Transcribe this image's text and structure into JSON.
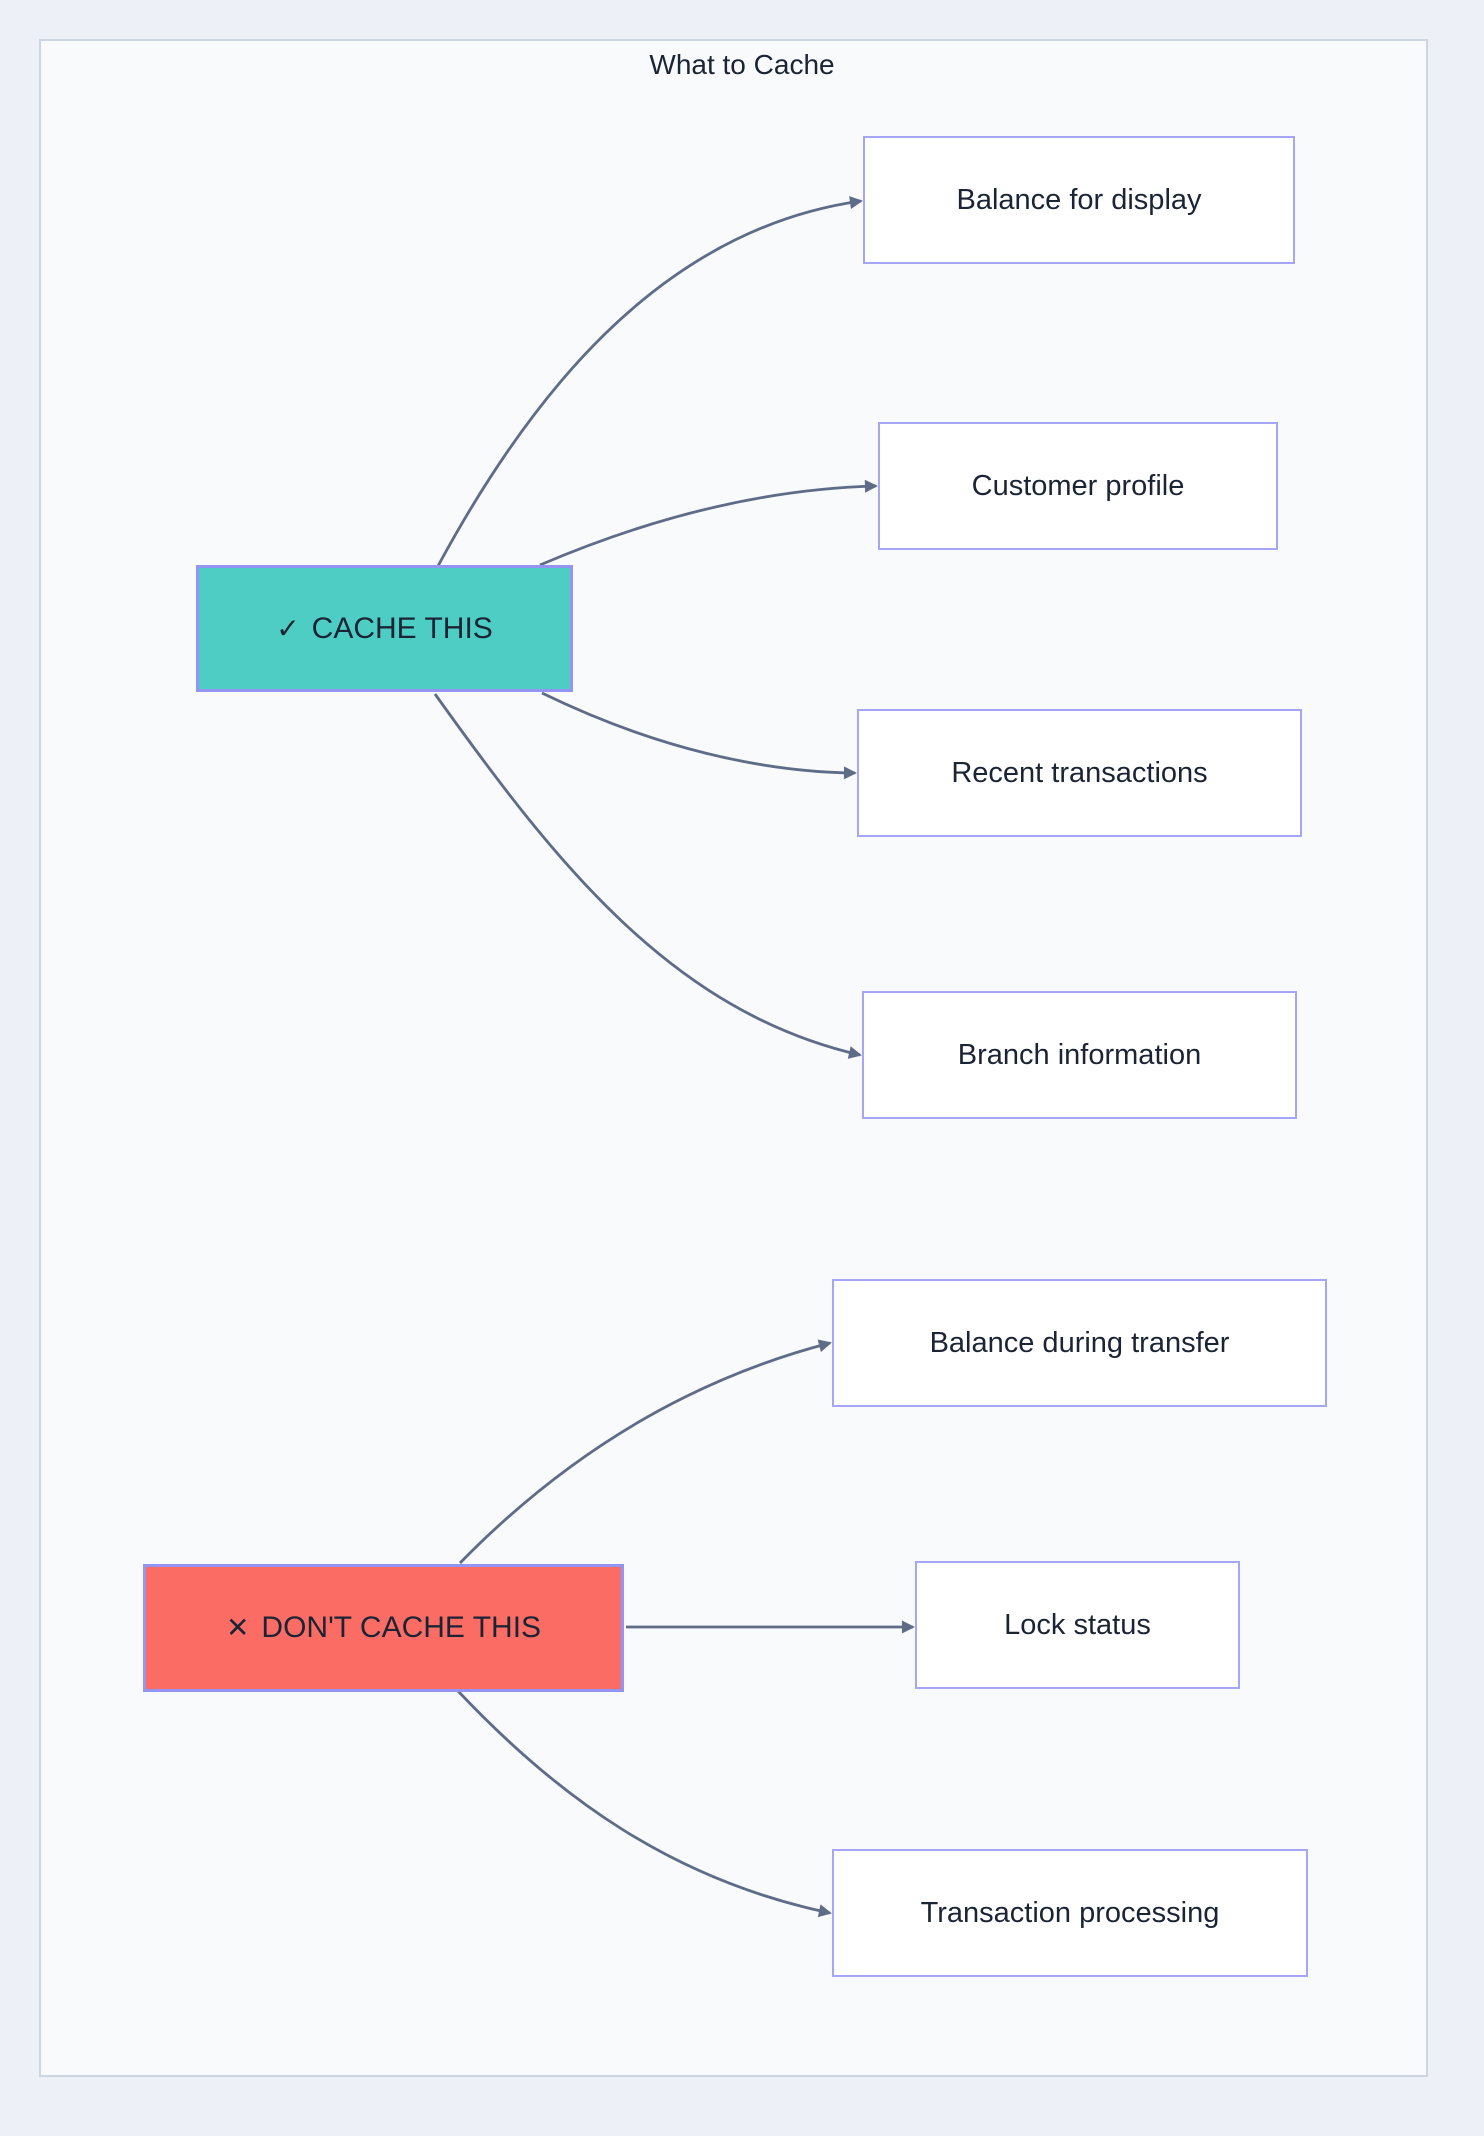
{
  "title": "What to Cache",
  "colors": {
    "page_bg": "#edf1f7",
    "canvas_bg": "#f8fafc",
    "frame_border": "#ccd6e2",
    "cache_fill": "#4dcdc4",
    "dont_fill": "#fb6d64",
    "node_border": "#9494f2",
    "card_border": "#a6a6f8",
    "card_fill": "#ffffff",
    "edge": "#5e6c87",
    "text": "#1b2435"
  },
  "cache_node": {
    "icon": "✓",
    "label": "CACHE THIS"
  },
  "dont_node": {
    "icon": "✕",
    "label": "DON'T CACHE THIS"
  },
  "cache_items": [
    "Balance for display",
    "Customer profile",
    "Recent transactions",
    "Branch information"
  ],
  "dont_items": [
    "Balance during transfer",
    "Lock status",
    "Transaction processing"
  ]
}
